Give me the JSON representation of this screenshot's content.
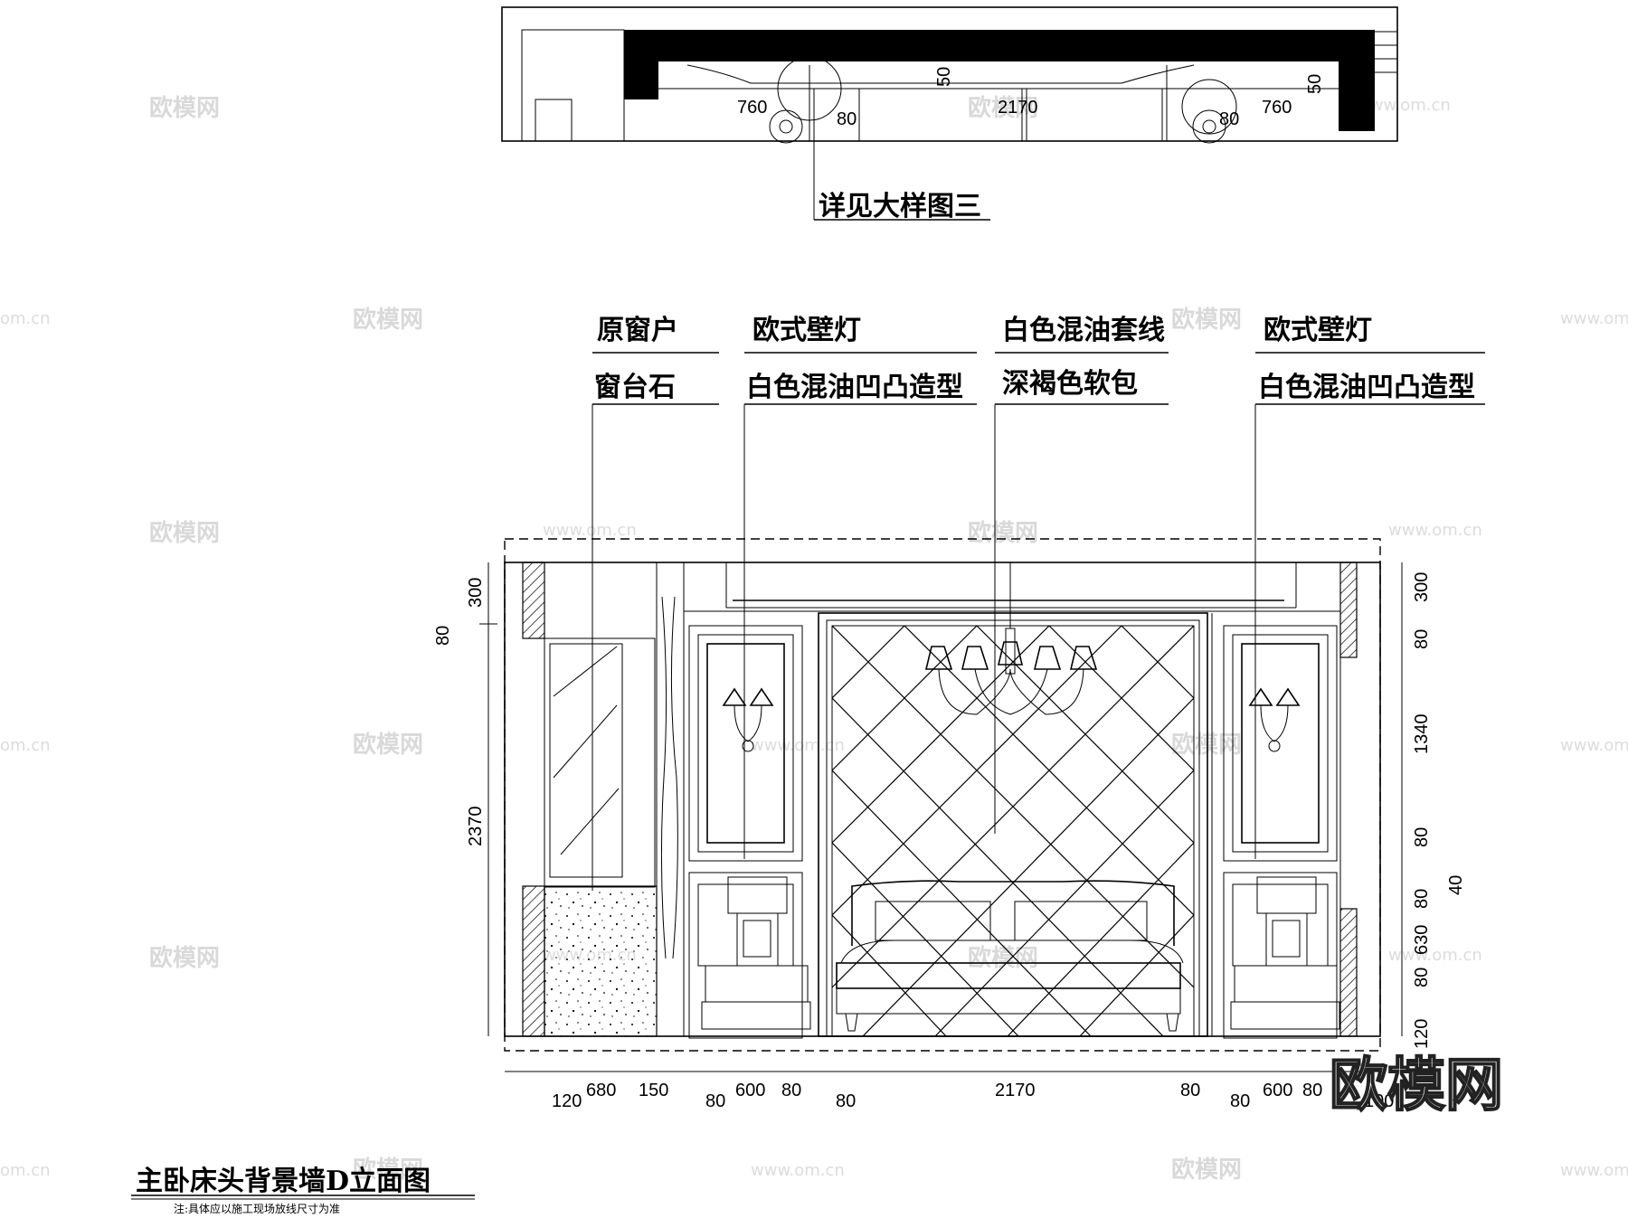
{
  "plan": {
    "dimensions": [
      "760",
      "80",
      "2170",
      "80",
      "760",
      "50",
      "50"
    ],
    "callout": "详见大样图三"
  },
  "labels": {
    "top_row": [
      "原窗户",
      "欧式壁灯",
      "白色混油套线",
      "欧式壁灯"
    ],
    "bottom_row": [
      "窗台石",
      "白色混油凹凸造型",
      "深褐色软包",
      "白色混油凹凸造型"
    ]
  },
  "dims_left": {
    "total": "2370",
    "top": "300",
    "gap": "80"
  },
  "dims_right": [
    "300",
    "80",
    "1340",
    "80",
    "40",
    "80",
    "630",
    "80",
    "120"
  ],
  "dims_bottom": [
    "120",
    "680",
    "150",
    "80",
    "600",
    "80",
    "80",
    "2170",
    "80",
    "80",
    "600",
    "80",
    "100"
  ],
  "title": "主卧床头背景墙D立面图",
  "note": "注:具体应以施工现场放线尺寸为准",
  "watermark": {
    "brand": "欧模网",
    "url": "www.om.cn",
    "url_short": "om.cn"
  }
}
